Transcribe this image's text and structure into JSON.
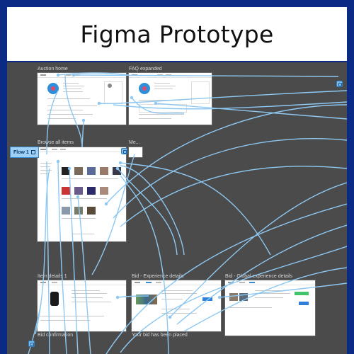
{
  "title": "Figma Prototype",
  "colors": {
    "border": "#0b2a86",
    "canvas": "#4b4b4b",
    "wire": "#8ec8f2",
    "flow_badge": "#9fd0f5"
  },
  "flow_badge": {
    "label": "Flow 1",
    "icon": "flow-start-icon"
  },
  "frames": {
    "auction_home": "Auction home",
    "faq_expanded": "FAQ expanded",
    "browse_all_items": "Browse all items",
    "me": "Me...",
    "item_details": "Item details 1",
    "bid_experience": "Bid - Experience details",
    "bid_global": "Bid - Global experience details",
    "bid_confirmation": "Bid confirmation",
    "bid_placed": "Your bid has been placed"
  }
}
